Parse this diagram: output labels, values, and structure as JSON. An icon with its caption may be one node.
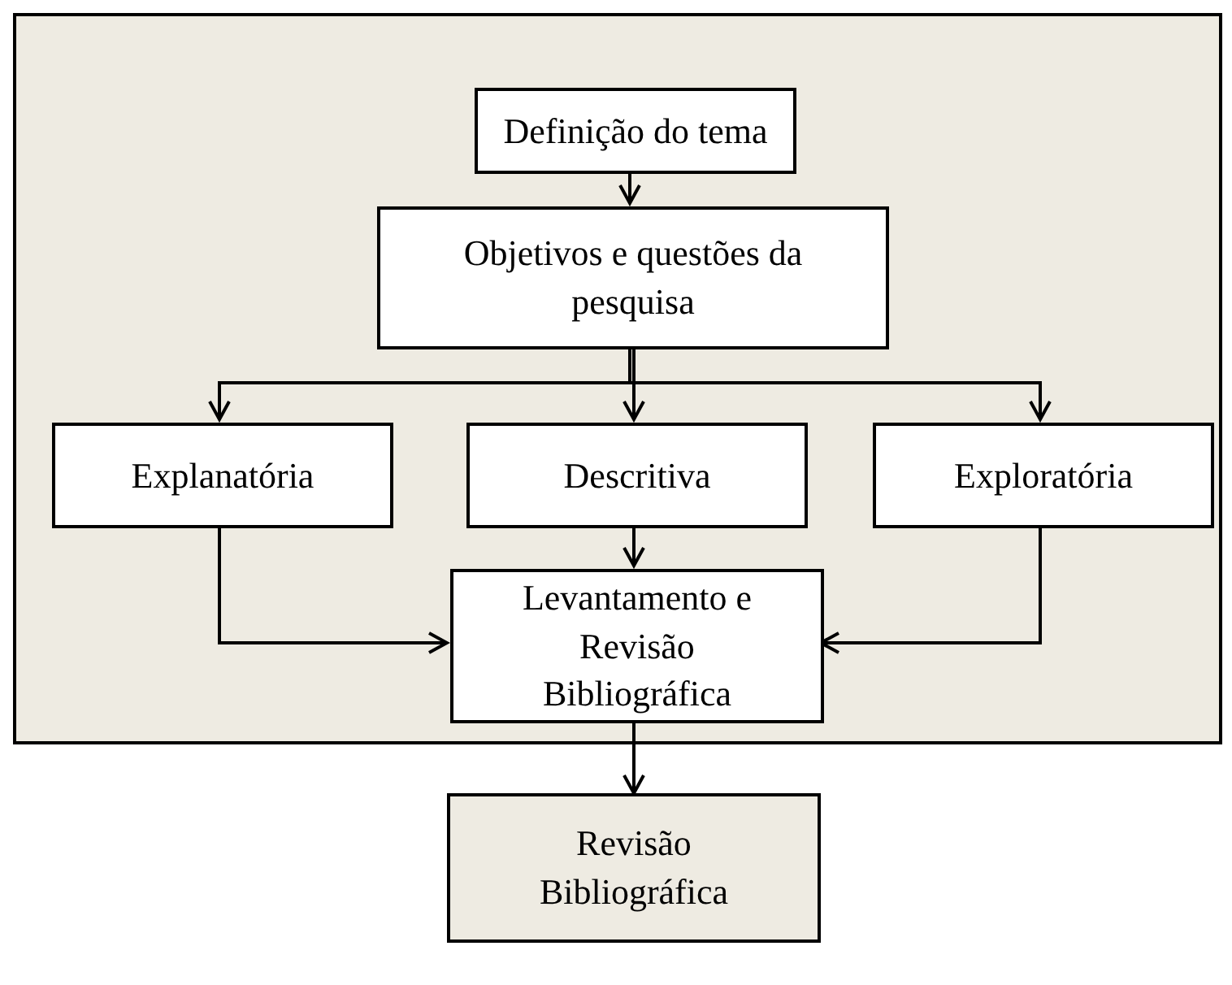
{
  "diagram": {
    "nodes": [
      {
        "text": [],
        "shape": "box"
      },
      {
        "text": [
          "Definição do tema"
        ],
        "in": 0
      },
      {
        "text": [
          "Objetivos e questões da pesquisa"
        ],
        "in": 0
      },
      {
        "text": [
          "Explanatória"
        ],
        "in": 0
      },
      {
        "text": [
          "Descritiva"
        ],
        "in": 0
      },
      {
        "text": [
          "Exploratória"
        ],
        "in": 0
      },
      {
        "text": [
          "Levantamento e Revisão Bibliográfica"
        ],
        "in": 0
      },
      {
        "text": [
          "Revisão Bibliográfica"
        ]
      }
    ],
    "edges": [
      {
        "from": 1,
        "to": 2,
        "arrow": "to"
      },
      {
        "from": 2,
        "to": 3,
        "arrow": "to"
      },
      {
        "from": 2,
        "to": 4,
        "arrow": "to"
      },
      {
        "from": 2,
        "to": 5,
        "arrow": "to"
      },
      {
        "from": 4,
        "to": 6,
        "arrow": "to"
      },
      {
        "from": 3,
        "to": 6,
        "arrow": "to"
      },
      {
        "from": 5,
        "to": 6,
        "arrow": "to"
      },
      {
        "from": 6,
        "to": 7,
        "arrow": "to"
      }
    ]
  }
}
